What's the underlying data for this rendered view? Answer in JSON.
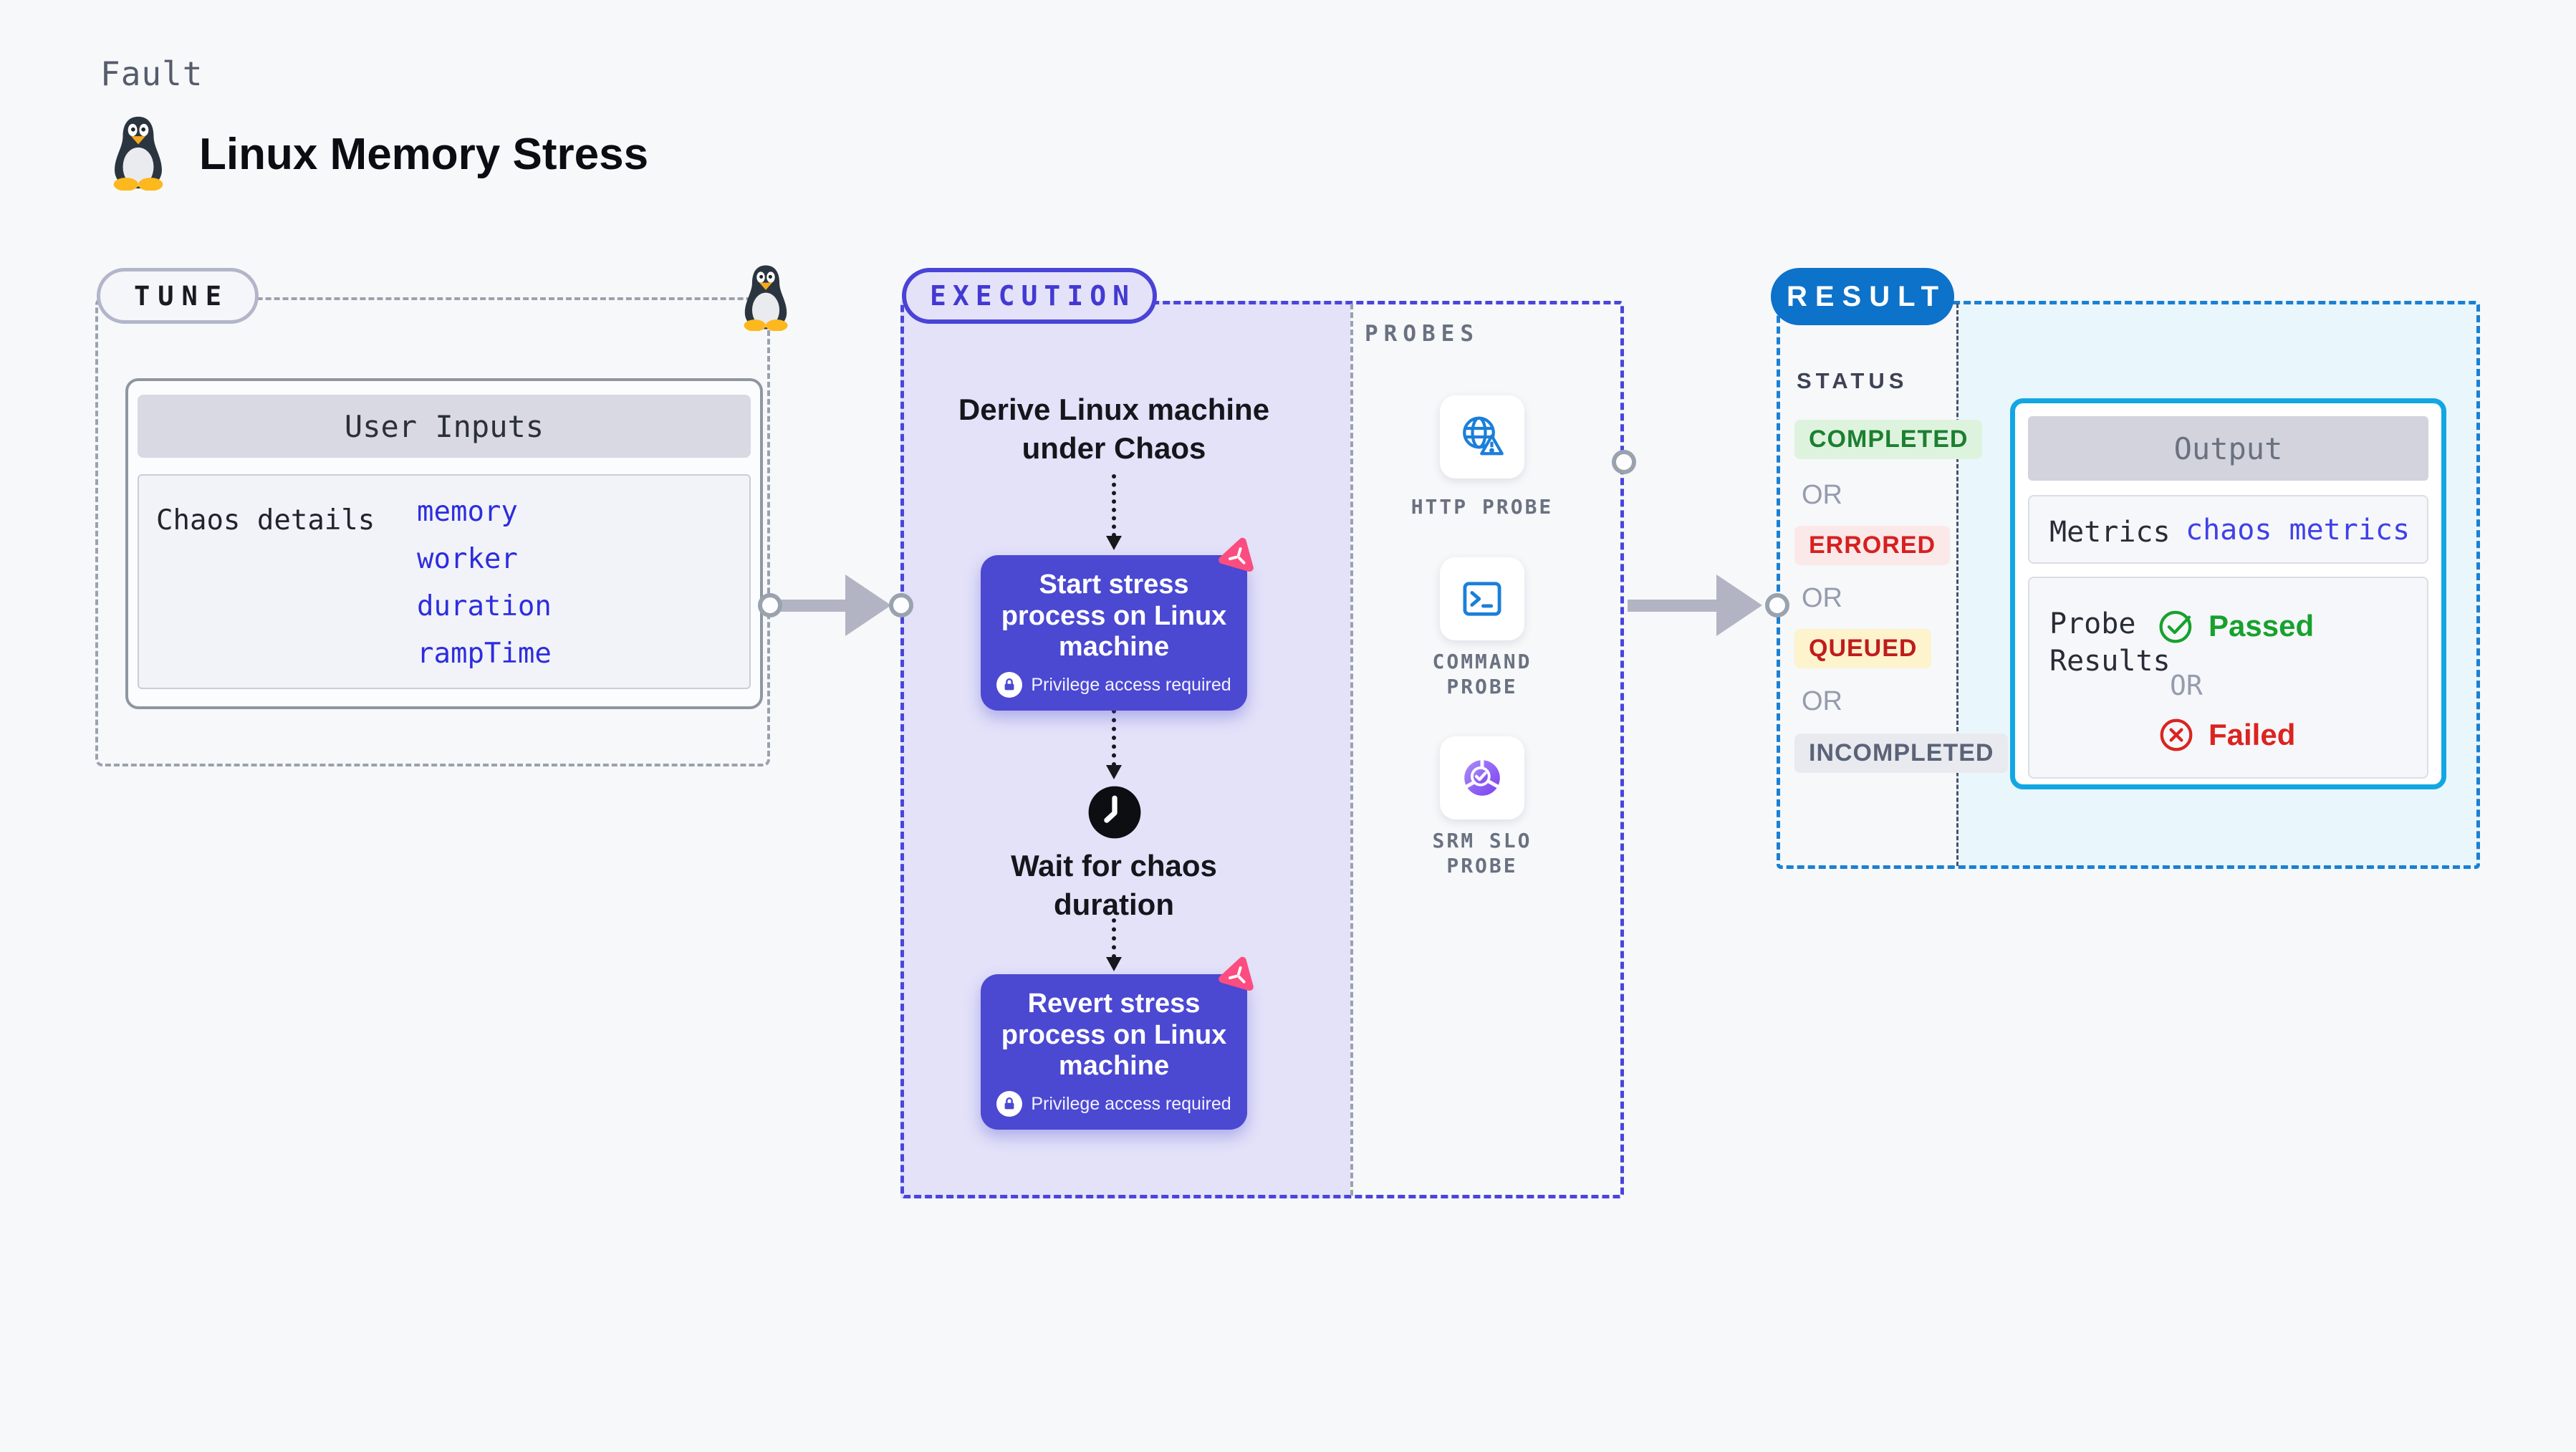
{
  "header": {
    "eyebrow": "Fault",
    "title": "Linux Memory Stress"
  },
  "tune": {
    "badge": "TUNE",
    "user_inputs": {
      "header": "User Inputs",
      "row_label": "Chaos details",
      "values": [
        "memory",
        "worker",
        "duration",
        "rampTime"
      ]
    }
  },
  "execution": {
    "badge": "EXECUTION",
    "step_derive": "Derive Linux machine under Chaos",
    "step_start": {
      "title": "Start stress process on Linux machine",
      "note": "Privilege access required"
    },
    "step_wait": "Wait for chaos duration",
    "step_revert": {
      "title": "Revert stress process on Linux machine",
      "note": "Privilege access required"
    }
  },
  "probes": {
    "heading": "PROBES",
    "items": [
      {
        "label": "HTTP PROBE",
        "icon": "globe-alert-icon"
      },
      {
        "label": "COMMAND PROBE",
        "icon": "terminal-icon"
      },
      {
        "label": "SRM SLO PROBE",
        "icon": "slo-donut-icon"
      }
    ]
  },
  "result": {
    "badge": "RESULT",
    "status": {
      "heading": "STATUS",
      "separator": "OR",
      "options": [
        "COMPLETED",
        "ERRORED",
        "QUEUED",
        "INCOMPLETED"
      ]
    },
    "output": {
      "header": "Output",
      "metrics_label": "Metrics",
      "metrics_value": "chaos metrics",
      "probe_results_label": "Probe Results",
      "separator": "OR",
      "passed": "Passed",
      "failed": "Failed"
    }
  },
  "colors": {
    "page_bg": "#f7f8fa",
    "execution_fill": "#e3e2f9",
    "execution_border": "#4a45dc",
    "node_purple": "#4b48d2",
    "chaos_pink": "#fb4d80",
    "result_border": "#1a80d4",
    "result_pill": "#0d72c9",
    "result_fill": "#e9f6fc",
    "output_border": "#12a7e2",
    "probe_blue": "#1b7fd9",
    "srm_purple": "#8b5cf6",
    "completed_green": "#1c7f31",
    "errored_red": "#d62020",
    "queued_yellow": "#fdf3cd",
    "passed_green": "#17a12e",
    "failed_red": "#da2420",
    "value_blue": "#2d2ddf",
    "arrow_grey": "#b2b4c4"
  }
}
